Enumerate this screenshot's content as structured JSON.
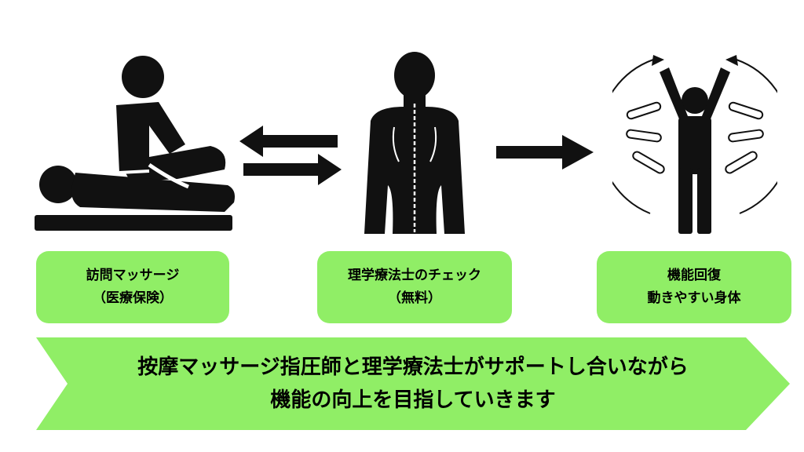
{
  "colors": {
    "green": "#90ee66",
    "ink": "#111111"
  },
  "icons": {
    "massage": "massage-therapist-icon",
    "back": "human-back-spine-icon",
    "recovery": "arms-raised-person-icon",
    "exchange": "two-way-arrows-icon",
    "forward": "right-arrow-icon"
  },
  "steps": [
    {
      "line1": "訪問マッサージ",
      "line2": "（医療保険）"
    },
    {
      "line1": "理学療法士のチェック",
      "line2": "（無料）"
    },
    {
      "line1": "機能回復",
      "line2": "動きやすい身体"
    }
  ],
  "banner": {
    "line1": "按摩マッサージ指圧師と理学療法士がサポートし合いながら",
    "line2": "機能の向上を目指していきます"
  }
}
